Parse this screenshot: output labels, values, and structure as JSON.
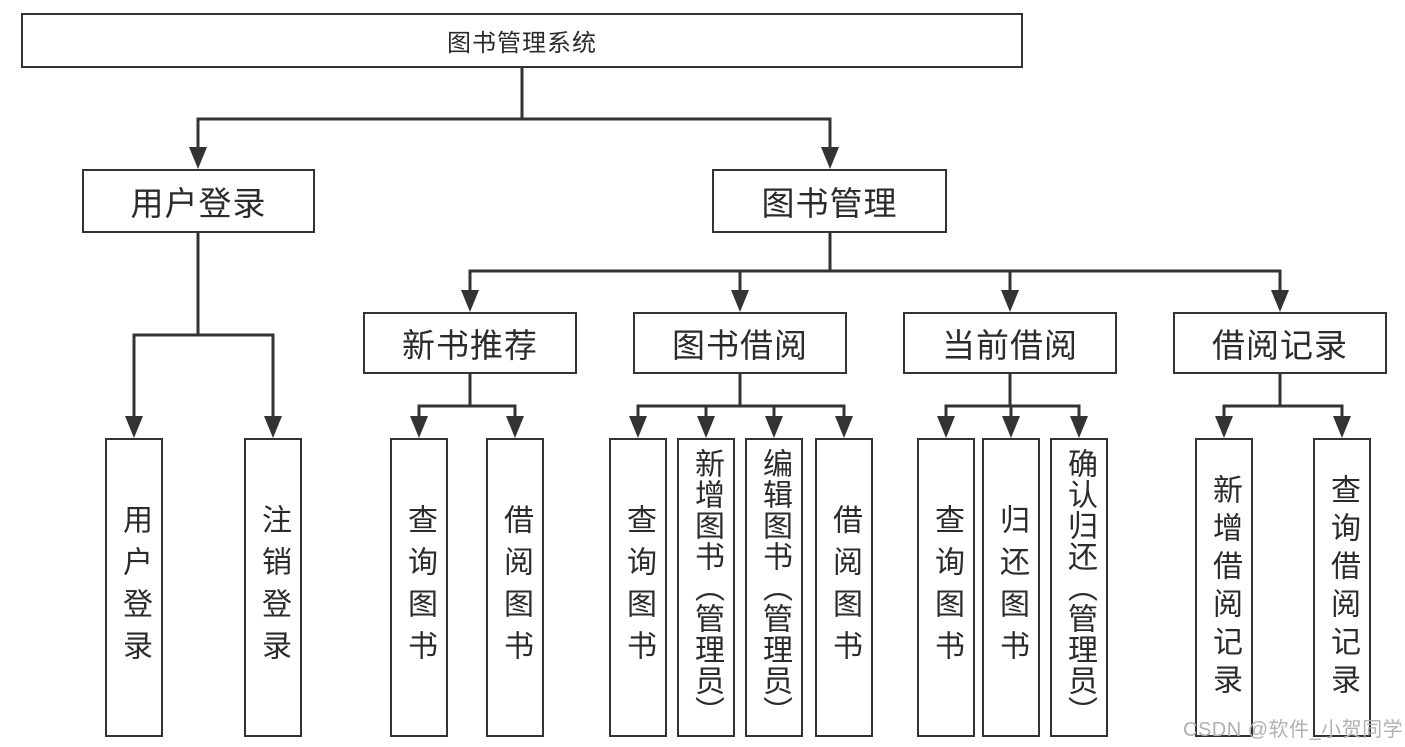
{
  "root": {
    "label": "图书管理系统"
  },
  "branches": {
    "user_login": {
      "label": "用户登录",
      "children": [
        "用户登录",
        "注销登录"
      ]
    },
    "book_mgmt": {
      "label": "图书管理",
      "sections": [
        {
          "label": "新书推荐",
          "children": [
            "查询图书",
            "借阅图书"
          ]
        },
        {
          "label": "图书借阅",
          "children": [
            "查询图书",
            "新增图书（管理员）",
            "编辑图书（管理员）",
            "借阅图书"
          ]
        },
        {
          "label": "当前借阅",
          "children": [
            "查询图书",
            "归还图书",
            "确认归还（管理员）"
          ]
        },
        {
          "label": "借阅记录",
          "children": [
            "新增借阅记录",
            "查询借阅记录"
          ]
        }
      ]
    }
  },
  "watermark": "CSDN @软件_小贺同学",
  "colors": {
    "line": "#333333",
    "box_border": "#333333",
    "text": "#2b2b2b",
    "watermark": "#b2b0b0",
    "background": "#ffffff"
  }
}
